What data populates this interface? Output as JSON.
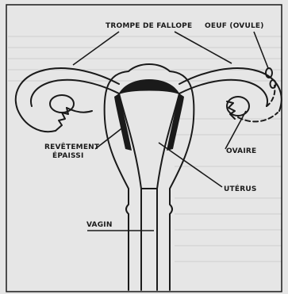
{
  "labels": {
    "fallopian_tube": "TROMPE DE FALLOPE",
    "ovum": "OEUF (OVULE)",
    "lining_line1": "REVÊTEMENT",
    "lining_line2": "ÉPAISSI",
    "ovary": "OVAIRE",
    "uterus": "UTÉRUS",
    "vagina": "VAGIN"
  },
  "colors": {
    "paper": "#e6e6e6",
    "ink": "#1a1a1a",
    "frame": "#2a2a2a"
  }
}
